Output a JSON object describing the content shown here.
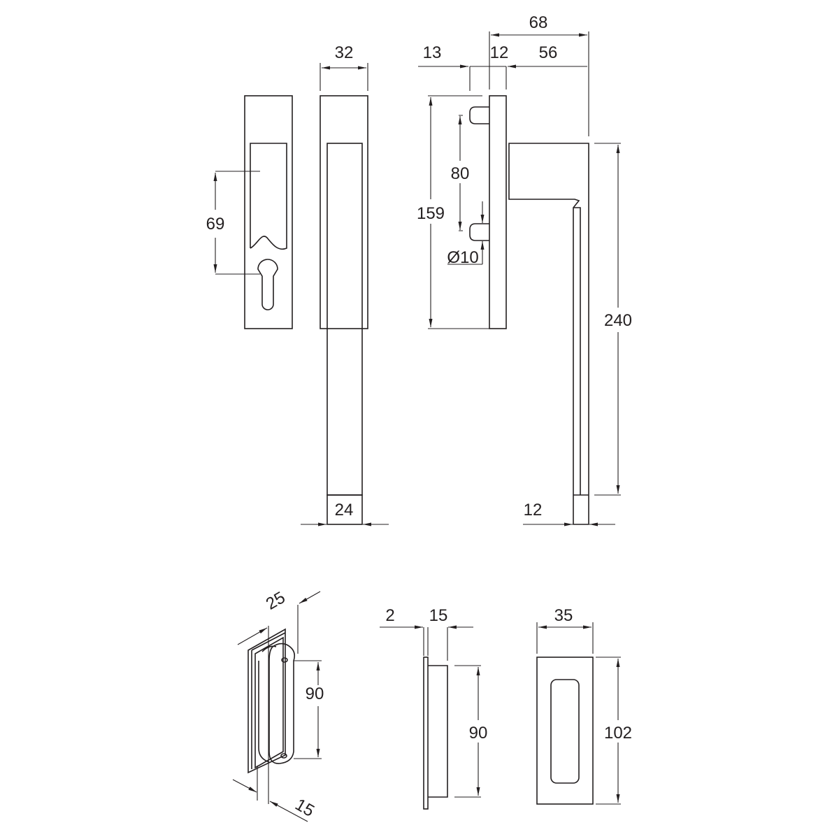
{
  "colors": {
    "line": "#231f20",
    "background": "#ffffff"
  },
  "front_view": {
    "dims": {
      "cylinder_offset": "69"
    }
  },
  "side_view_a": {
    "dims": {
      "plate_width": "32",
      "handle_width": "24"
    }
  },
  "side_view_b": {
    "dims": {
      "total_depth": "68",
      "spindle_length": "13",
      "plate_thickness": "12",
      "handle_projection": "56",
      "plate_height": "159",
      "screw_spacing": "80",
      "screw_diameter": "Ø10",
      "handle_length": "240",
      "handle_thickness": "12"
    }
  },
  "flush_pull_iso": {
    "dims": {
      "width": "25",
      "height": "90",
      "depth": "15"
    }
  },
  "flush_pull_side": {
    "dims": {
      "flange": "2",
      "depth": "15",
      "height": "90"
    }
  },
  "flush_pull_front": {
    "dims": {
      "width": "35",
      "height": "102"
    }
  }
}
